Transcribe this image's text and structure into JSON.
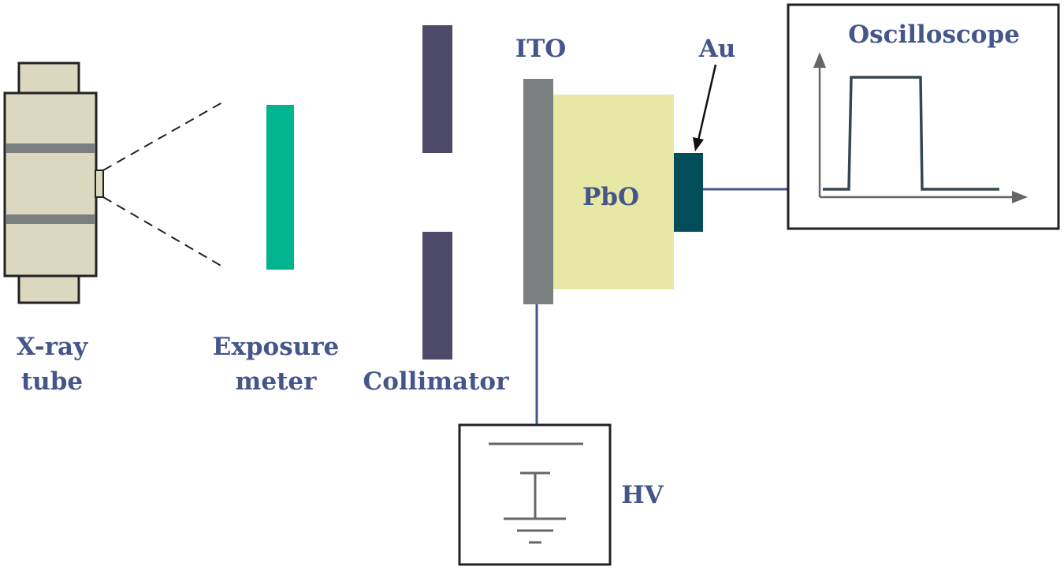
{
  "labels": {
    "xray_tube": "X-ray\ntube",
    "exposure_meter": "Exposure\nmeter",
    "collimator": "Collimator",
    "ito": "ITO",
    "au": "Au",
    "pbo": "PbO",
    "oscilloscope": "Oscilloscope",
    "hv": "HV"
  },
  "colors": {
    "label_text": "#44568a",
    "tube_body": "#dcd7bf",
    "tube_band": "#7b7f80",
    "exposure_meter": "#00b391",
    "collimator": "#4e4a6a",
    "ito": "#7b7f80",
    "pbo": "#e7e7a6",
    "au": "#034d5b",
    "wire": "#44568a",
    "box_border": "#222222"
  }
}
